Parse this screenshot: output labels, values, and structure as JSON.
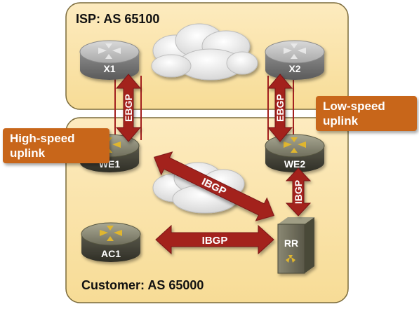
{
  "zones": {
    "isp": {
      "label": "ISP: AS 65100"
    },
    "customer": {
      "label": "Customer: AS 65000"
    }
  },
  "routers": {
    "x1": "X1",
    "x2": "X2",
    "we1": "WE1",
    "we2": "WE2",
    "ac1": "AC1",
    "rr": "RR"
  },
  "links": {
    "x1_we1": "EBGP",
    "x2_we2": "EBGP",
    "we1_rr": "IBGP",
    "we2_rr": "IBGP",
    "ac1_rr": "IBGP"
  },
  "callouts": {
    "high_speed": "High-speed\nuplink",
    "low_speed": "Low-speed\nuplink"
  },
  "colors": {
    "zone_fill": "#fbe3a7",
    "zone_stroke": "#7a6a3a",
    "arrow": "#a3201f",
    "callout": "#c8661a",
    "router_isp": "#8f8f8f",
    "router_customer": "#5f5e4e"
  }
}
